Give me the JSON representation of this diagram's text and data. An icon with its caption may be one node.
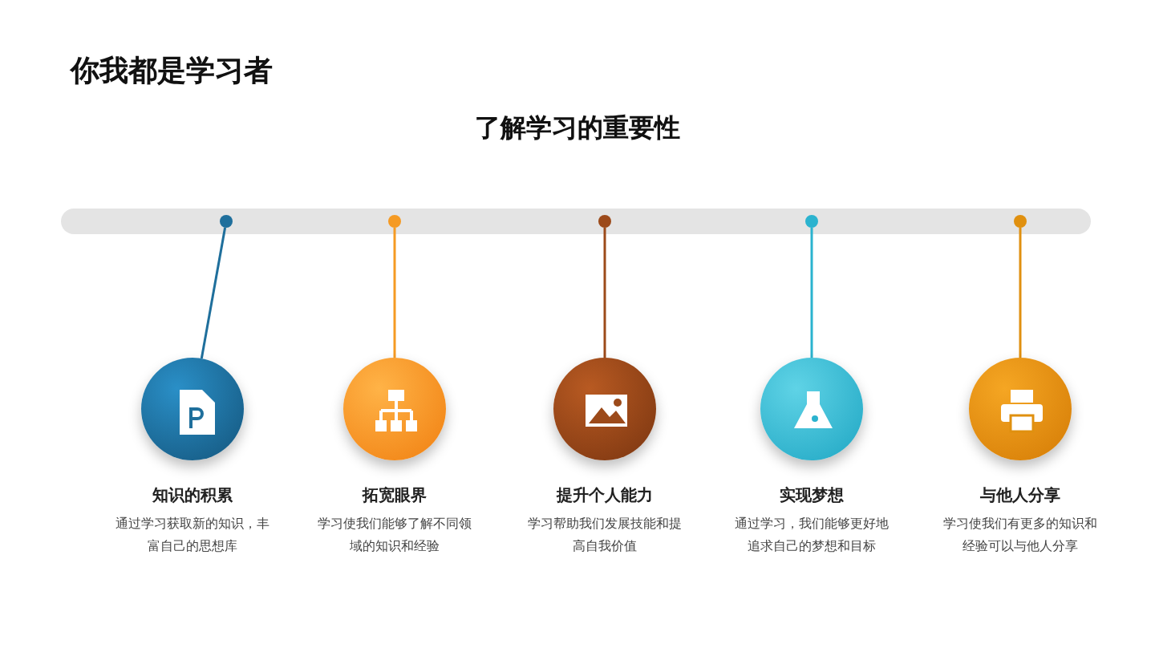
{
  "diagram": {
    "title": "你我都是学习者",
    "nodes": [
      {
        "text": [],
        "shape": "circle"
      },
      {
        "text": [],
        "shape": "circle"
      },
      {
        "text": [],
        "shape": "circle"
      },
      {
        "text": [],
        "shape": "circle"
      },
      {
        "text": [],
        "shape": "circle"
      },
      {
        "text": [
          "知识的积累",
          "通过学习获取新的知识，丰富自己的思想库"
        ]
      },
      {
        "text": [
          "拓宽眼界",
          "学习使我们能够了解不同领域的知识和经验"
        ]
      },
      {
        "text": [
          "提升个人能力",
          "学习帮助我们发展技能和提高自我价值"
        ]
      },
      {
        "text": [
          "实现梦想",
          "通过学习，我们能够更好地追求自己的梦想和目标"
        ]
      },
      {
        "text": [
          "与他人分享",
          "学习使我们有更多的知识和经验可以与他人分享"
        ]
      }
    ],
    "edges": [
      {
        "from": 0,
        "to": 5,
        "arrow": "none",
        "color": "#1f6f9c"
      },
      {
        "from": 1,
        "to": 6,
        "arrow": "none",
        "color": "#f59a23"
      },
      {
        "from": 2,
        "to": 7,
        "arrow": "none",
        "color": "#9c4a1a"
      },
      {
        "from": 3,
        "to": 8,
        "arrow": "none",
        "color": "#2bb3cf"
      },
      {
        "from": 4,
        "to": 9,
        "arrow": "none",
        "color": "#e0900f"
      }
    ],
    "labels": [
      "了解学习的重要性"
    ]
  }
}
